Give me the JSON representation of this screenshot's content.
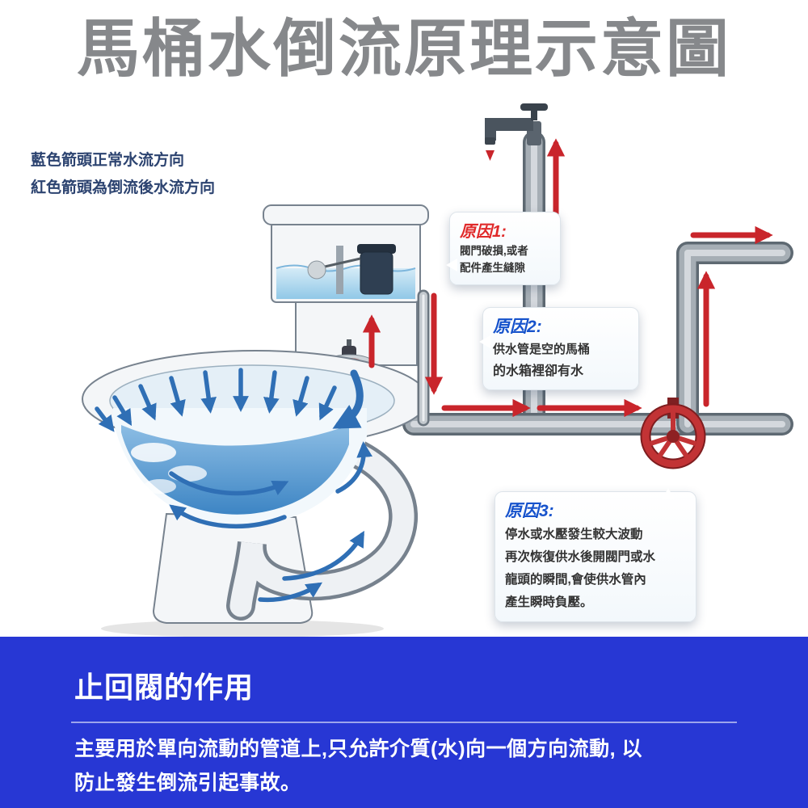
{
  "title": "馬桶水倒流原理示意圖",
  "legend": {
    "line1": "藍色箭頭正常水流方向",
    "line2": "紅色箭頭為倒流後水流方向"
  },
  "callouts": {
    "cause1": {
      "label": "原因1:",
      "lines": [
        "閥門破損,或者",
        "配件產生縫隙"
      ]
    },
    "cause2": {
      "label": "原因2:",
      "lines": [
        "供水管是空的馬桶",
        "的水箱裡卻有水"
      ]
    },
    "cause3": {
      "label": "原因3:",
      "lines": [
        "停水或水壓發生較大波動",
        "再次恢復供水後開閥門或水",
        "龍頭的瞬間,會使供水管內",
        "產生瞬時負壓。"
      ]
    }
  },
  "footer": {
    "heading": "止回閥的作用",
    "lines": [
      "主要用於單向流動的管道上,只允許介質(水)向一個方向流動, 以",
      "防止發生倒流引起事故。"
    ]
  },
  "colors": {
    "normal_flow_blue": "#2f6fb5",
    "backflow_red": "#c9252b",
    "footer_bg": "#2737d4",
    "title_gray": "#86888b",
    "cause1_label": "#e02a2a",
    "cause2_3_label": "#1753cc"
  }
}
